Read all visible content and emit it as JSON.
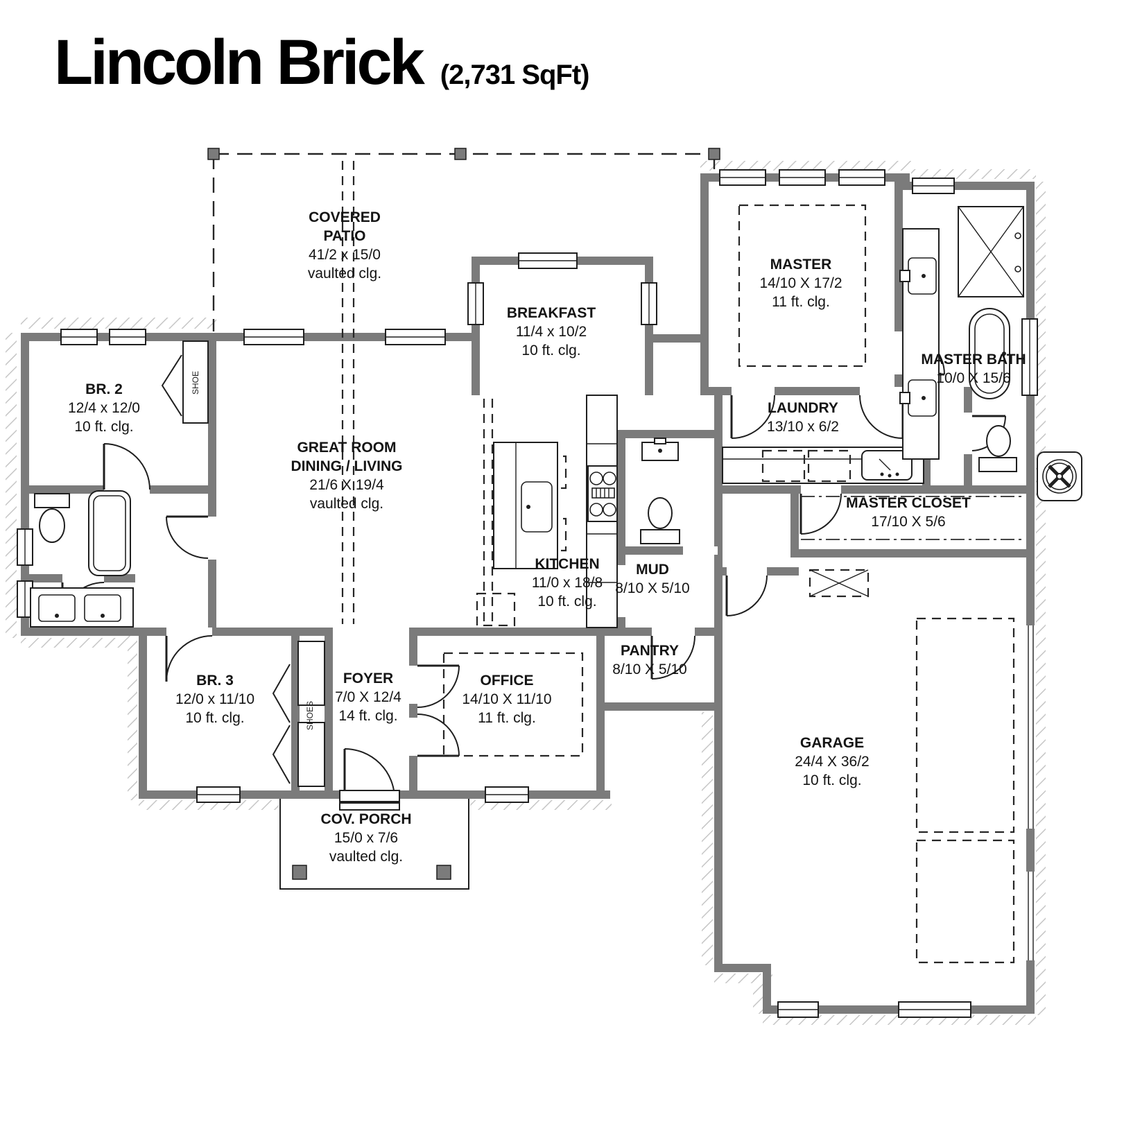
{
  "title": {
    "name": "Lincoln Brick",
    "sqft": "(2,731 SqFt)"
  },
  "rooms": {
    "covered_patio": {
      "name": "COVERED",
      "name2": "PATIO",
      "dims": "41/2 x 15/0",
      "ceiling": "vaulted clg."
    },
    "breakfast": {
      "name": "BREAKFAST",
      "dims": "11/4 x 10/2",
      "ceiling": "10 ft. clg."
    },
    "master": {
      "name": "MASTER",
      "dims": "14/10 X 17/2",
      "ceiling": "11 ft. clg."
    },
    "master_bath": {
      "name": "MASTER BATH",
      "dims": "10/0 X 15/6"
    },
    "br2": {
      "name": "BR. 2",
      "dims": "12/4 x 12/0",
      "ceiling": "10 ft. clg."
    },
    "great_room": {
      "name": "GREAT ROOM",
      "name2": "DINING / LIVING",
      "dims": "21/6 X 19/4",
      "ceiling": "vaulted clg."
    },
    "laundry": {
      "name": "LAUNDRY",
      "dims": "13/10 x 6/2"
    },
    "master_closet": {
      "name": "MASTER CLOSET",
      "dims": "17/10 X 5/6"
    },
    "kitchen": {
      "name": "KITCHEN",
      "dims": "11/0 x 18/8",
      "ceiling": "10 ft. clg."
    },
    "mud": {
      "name": "MUD",
      "dims": "8/10 X 5/10"
    },
    "br3": {
      "name": "BR. 3",
      "dims": "12/0 x 11/10",
      "ceiling": "10 ft. clg."
    },
    "foyer": {
      "name": "FOYER",
      "dims": "7/0 X 12/4",
      "ceiling": "14 ft. clg."
    },
    "office": {
      "name": "OFFICE",
      "dims": "14/10 X 11/10",
      "ceiling": "11 ft. clg."
    },
    "pantry": {
      "name": "PANTRY",
      "dims": "8/10 X 5/10"
    },
    "garage": {
      "name": "GARAGE",
      "dims": "24/4 X 36/2",
      "ceiling": "10 ft. clg."
    },
    "cov_porch": {
      "name": "COV. PORCH",
      "dims": "15/0 x 7/6",
      "ceiling": "vaulted clg."
    }
  },
  "closets": {
    "shoe": "SHOE",
    "shoes": "SHOES"
  },
  "icons": {
    "fixtures": [
      "bathtub-icon",
      "freestanding-tub-icon",
      "toilet-icon",
      "sink-icon",
      "double-vanity-icon",
      "shower-icon",
      "cooktop-icon",
      "kitchen-island-icon",
      "washer-dryer-icon",
      "laundry-sink-icon",
      "condenser-fan-icon",
      "bifold-door-icon"
    ]
  },
  "colors": {
    "wall": "#7b7b7b",
    "line": "#1f1f1f",
    "hatch": "#c6c6c6",
    "text": "#141414"
  }
}
